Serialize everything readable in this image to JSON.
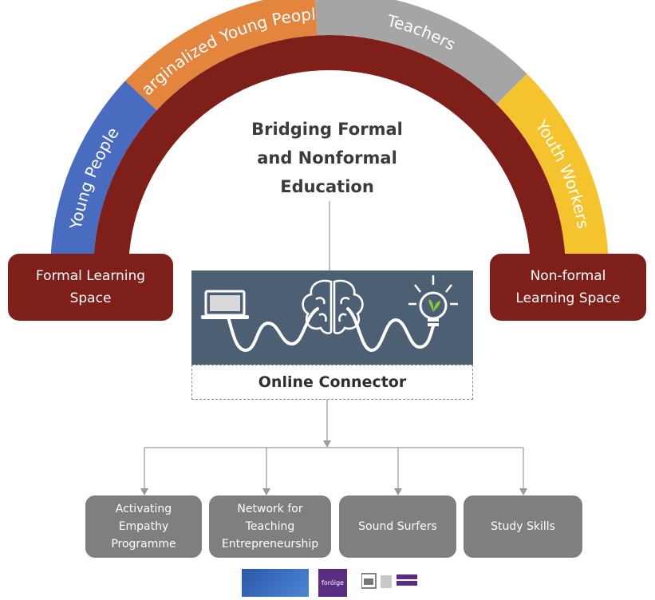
{
  "title": {
    "lines": [
      "Bridging Formal",
      "and Nonformal",
      "Education"
    ]
  },
  "arc_segments": [
    {
      "label": "Young People",
      "color": "#4a6cc0"
    },
    {
      "label": "Marginalized Young People",
      "color": "#e4853d"
    },
    {
      "label": "Teachers",
      "color": "#a5a5a5"
    },
    {
      "label": "Youth Workers",
      "color": "#f5c32e"
    }
  ],
  "arc_inner_color": "#7e1f1a",
  "left_space": {
    "lines": [
      "Formal Learning",
      "Space"
    ]
  },
  "right_space": {
    "lines": [
      "Non-formal",
      "Learning Space"
    ]
  },
  "connector": {
    "label": "Online Connector",
    "icons": [
      "laptop-icon",
      "brain-icon",
      "lightbulb-icon"
    ]
  },
  "programmes": [
    {
      "lines": [
        "Activating",
        "Empathy",
        "Programme"
      ]
    },
    {
      "lines": [
        "Network for",
        "Teaching",
        "Entrepreneurship"
      ]
    },
    {
      "lines": [
        "Sound Surfers"
      ]
    },
    {
      "lines": [
        "Study Skills"
      ]
    }
  ],
  "logos": [
    {
      "name": "school-of-education-logo",
      "text": ""
    },
    {
      "name": "foroige-logo",
      "text": "foróige"
    },
    {
      "name": "unesco-logo",
      "text": ""
    }
  ]
}
